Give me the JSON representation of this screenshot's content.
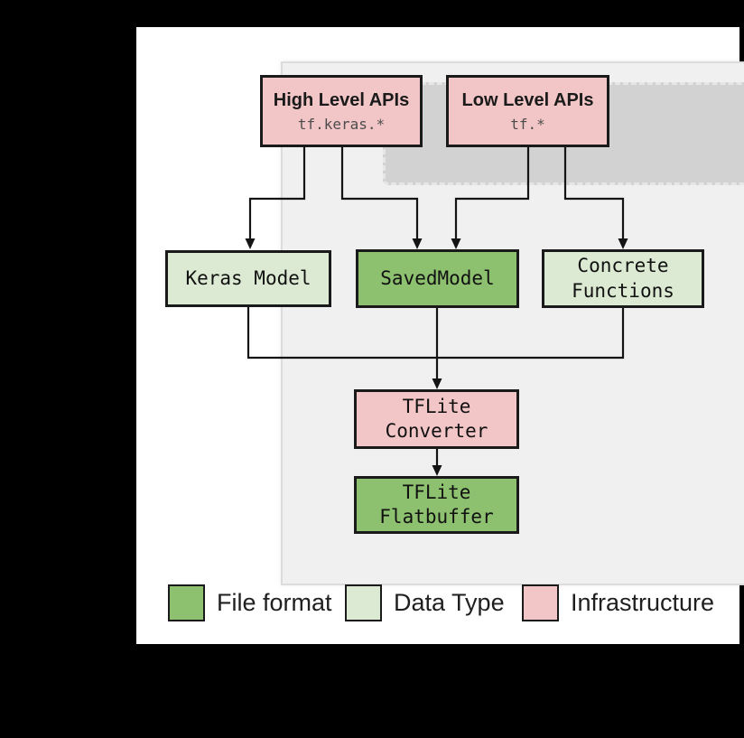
{
  "colors": {
    "background": "#000000",
    "card": "#ffffff",
    "panel": "#f0f0f0",
    "panel_border": "#dcdcdc",
    "api_group_fill": "#d2d2d2",
    "api_group_dash": "#e6e6e6",
    "node_border": "#1a1a1a",
    "connector": "#141414",
    "infrastructure": "#f2c6c6",
    "file_format": "#8dc06f",
    "data_type": "#dcead3"
  },
  "nodes": {
    "high_level_apis": {
      "title": "High Level APIs",
      "code": "tf.keras.*",
      "type": "infrastructure"
    },
    "low_level_apis": {
      "title": "Low Level APIs",
      "code": "tf.*",
      "type": "infrastructure"
    },
    "keras_model": {
      "label": "Keras Model",
      "type": "data_type"
    },
    "saved_model": {
      "label": "SavedModel",
      "type": "file_format"
    },
    "concrete_functions": {
      "line1": "Concrete",
      "line2": "Functions",
      "type": "data_type"
    },
    "tflite_converter": {
      "line1": "TFLite",
      "line2": "Converter",
      "type": "infrastructure"
    },
    "tflite_flatbuffer": {
      "line1": "TFLite",
      "line2": "Flatbuffer",
      "type": "file_format"
    }
  },
  "legend": {
    "items": [
      {
        "label": "File format",
        "color": "#8dc06f"
      },
      {
        "label": "Data Type",
        "color": "#dcead3"
      },
      {
        "label": "Infrastructure",
        "color": "#f2c6c6"
      }
    ]
  }
}
